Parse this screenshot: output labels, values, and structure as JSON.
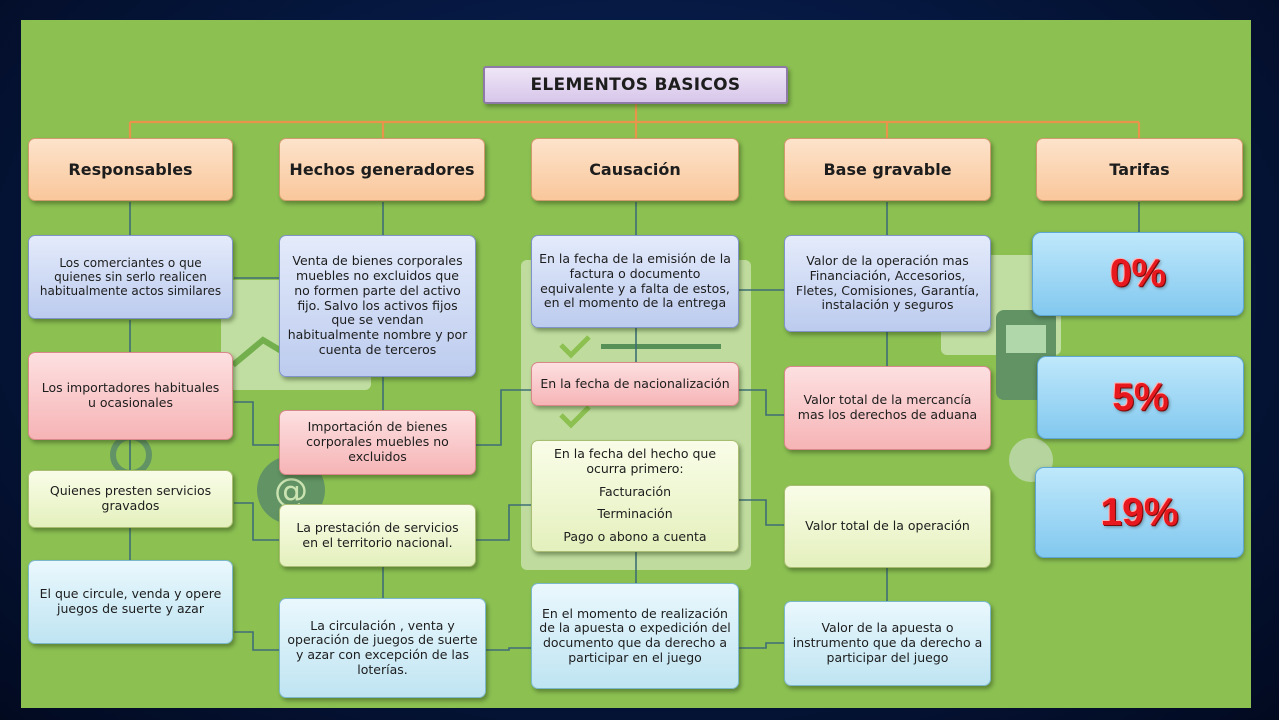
{
  "diagram": {
    "title": "ELEMENTOS BASICOS",
    "headers": {
      "responsables": "Responsables",
      "hechos": "Hechos generadores",
      "causacion": "Causación",
      "base": "Base gravable",
      "tarifas": "Tarifas"
    },
    "responsables": [
      "Los comerciantes o que quienes sin serlo realicen habitualmente actos similares",
      "Los importadores habituales u ocasionales",
      "Quienes presten servicios gravados",
      "El que circule, venda y opere juegos de suerte y azar"
    ],
    "hechos": [
      "Venta de bienes corporales muebles no excluidos que no formen parte del activo fijo. Salvo los activos fijos que se vendan habitualmente nombre y por cuenta de terceros",
      "Importación de bienes corporales muebles no excluidos",
      "La prestación de servicios en el territorio nacional.",
      "La circulación , venta y operación de juegos de suerte y azar con excepción de las loterías."
    ],
    "causacion": {
      "items": [
        "En la fecha de la emisión de la factura o documento equivalente y a falta de estos, en el momento de la entrega",
        "En la fecha de nacionalización"
      ],
      "third_intro": "En la fecha del hecho que ocurra primero:",
      "third_options": [
        "Facturación",
        "Terminación",
        "Pago o abono a cuenta"
      ],
      "last": "En el momento de realización de la apuesta o expedición del documento que da derecho a participar en el juego"
    },
    "base": [
      "Valor de la operación mas Financiación, Accesorios, Fletes, Comisiones, Garantía, instalación y seguros",
      "Valor total de la mercancía mas los derechos de aduana",
      "Valor total de la operación",
      "Valor de la apuesta o instrumento que da derecho a participar del juego"
    ],
    "tarifas": [
      "0%",
      "5%",
      "19%"
    ]
  },
  "colors": {
    "background": "#8cc152",
    "title_fill": "#e1d4ee",
    "header_fill": "#fbd2ae",
    "blue_fill": "#cdd9f3",
    "pink_fill": "#f9c9ca",
    "green_fill": "#eef6d3",
    "cyan_fill": "#d2eef8",
    "rate_text": "#e8191e",
    "connector": "#e8944b"
  }
}
